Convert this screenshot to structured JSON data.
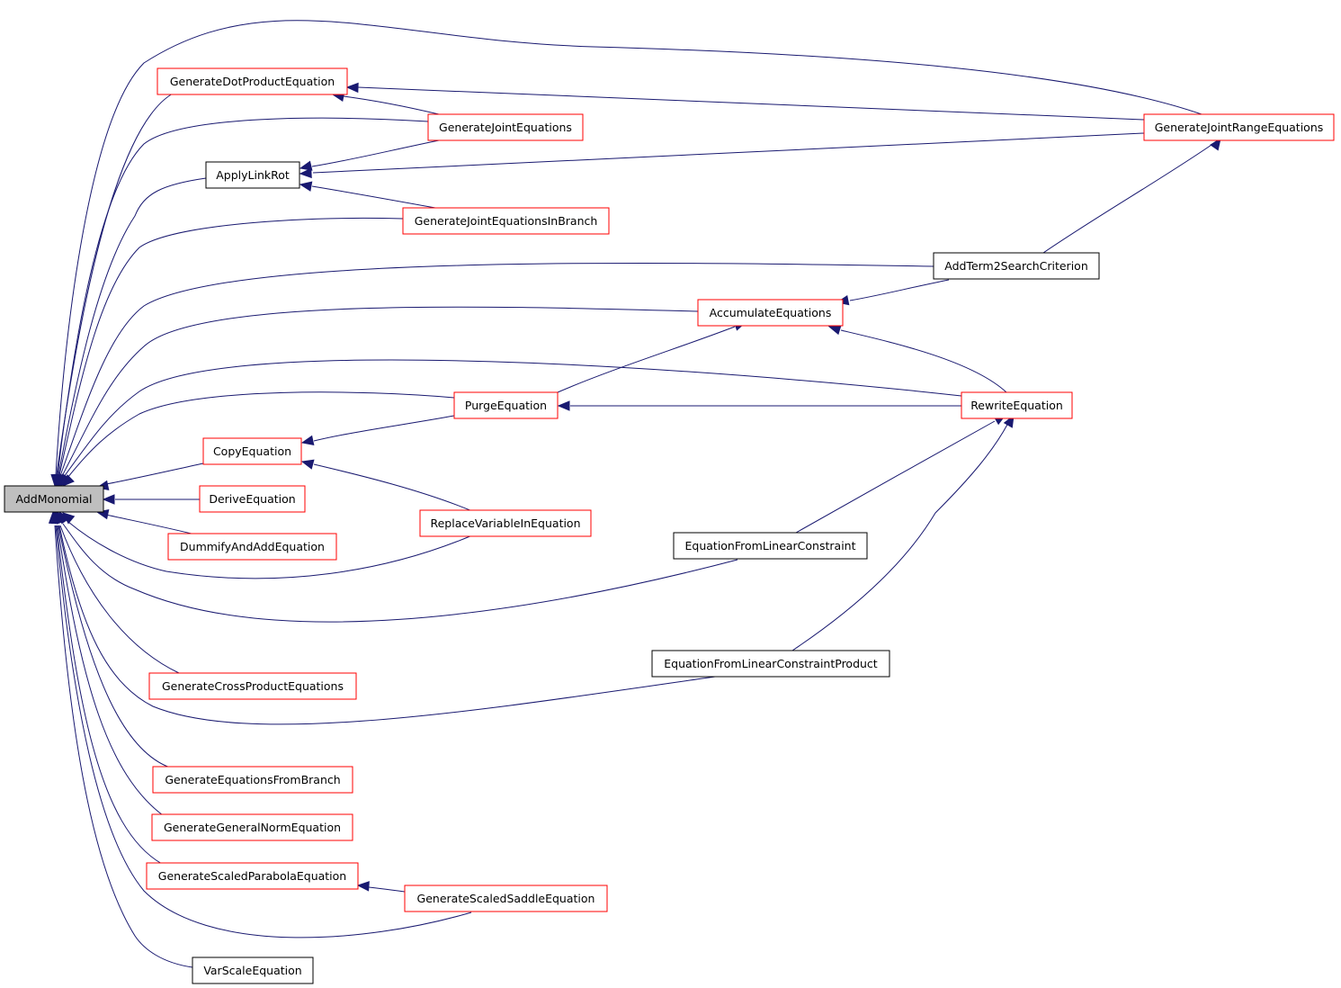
{
  "colors": {
    "edge": "#191970",
    "border_red": "#ff0000",
    "border_black": "#000000",
    "focus_fill": "#bfbfbf",
    "node_fill": "#ffffff"
  },
  "nodes": {
    "AddMonomial": {
      "label": "AddMonomial",
      "style": "focus"
    },
    "GenerateDotProductEquation": {
      "label": "GenerateDotProductEquation",
      "style": "red"
    },
    "GenerateJointEquations": {
      "label": "GenerateJointEquations",
      "style": "red"
    },
    "GenerateJointRangeEquations": {
      "label": "GenerateJointRangeEquations",
      "style": "red"
    },
    "ApplyLinkRot": {
      "label": "ApplyLinkRot",
      "style": "black"
    },
    "GenerateJointEquationsInBranch": {
      "label": "GenerateJointEquationsInBranch",
      "style": "red"
    },
    "AddTerm2SearchCriterion": {
      "label": "AddTerm2SearchCriterion",
      "style": "black"
    },
    "AccumulateEquations": {
      "label": "AccumulateEquations",
      "style": "red"
    },
    "PurgeEquation": {
      "label": "PurgeEquation",
      "style": "red"
    },
    "RewriteEquation": {
      "label": "RewriteEquation",
      "style": "red"
    },
    "CopyEquation": {
      "label": "CopyEquation",
      "style": "red"
    },
    "DeriveEquation": {
      "label": "DeriveEquation",
      "style": "red"
    },
    "ReplaceVariableInEquation": {
      "label": "ReplaceVariableInEquation",
      "style": "red"
    },
    "DummifyAndAddEquation": {
      "label": "DummifyAndAddEquation",
      "style": "red"
    },
    "EquationFromLinearConstraint": {
      "label": "EquationFromLinearConstraint",
      "style": "black"
    },
    "EquationFromLinearConstraintProduct": {
      "label": "EquationFromLinearConstraintProduct",
      "style": "black"
    },
    "GenerateCrossProductEquations": {
      "label": "GenerateCrossProductEquations",
      "style": "red"
    },
    "GenerateEquationsFromBranch": {
      "label": "GenerateEquationsFromBranch",
      "style": "red"
    },
    "GenerateGeneralNormEquation": {
      "label": "GenerateGeneralNormEquation",
      "style": "red"
    },
    "GenerateScaledParabolaEquation": {
      "label": "GenerateScaledParabolaEquation",
      "style": "red"
    },
    "GenerateScaledSaddleEquation": {
      "label": "GenerateScaledSaddleEquation",
      "style": "red"
    },
    "VarScaleEquation": {
      "label": "VarScaleEquation",
      "style": "black"
    }
  },
  "edges": [
    {
      "from": "GenerateJointRangeEquations",
      "to": "AddMonomial"
    },
    {
      "from": "GenerateDotProductEquation",
      "to": "AddMonomial"
    },
    {
      "from": "GenerateJointEquations",
      "to": "AddMonomial"
    },
    {
      "from": "ApplyLinkRot",
      "to": "AddMonomial"
    },
    {
      "from": "GenerateJointEquationsInBranch",
      "to": "AddMonomial"
    },
    {
      "from": "AddTerm2SearchCriterion",
      "to": "AddMonomial"
    },
    {
      "from": "AccumulateEquations",
      "to": "AddMonomial"
    },
    {
      "from": "RewriteEquation",
      "to": "AddMonomial"
    },
    {
      "from": "PurgeEquation",
      "to": "AddMonomial"
    },
    {
      "from": "CopyEquation",
      "to": "AddMonomial"
    },
    {
      "from": "DeriveEquation",
      "to": "AddMonomial"
    },
    {
      "from": "DummifyAndAddEquation",
      "to": "AddMonomial"
    },
    {
      "from": "ReplaceVariableInEquation",
      "to": "AddMonomial"
    },
    {
      "from": "EquationFromLinearConstraint",
      "to": "AddMonomial"
    },
    {
      "from": "GenerateCrossProductEquations",
      "to": "AddMonomial"
    },
    {
      "from": "EquationFromLinearConstraintProduct",
      "to": "AddMonomial"
    },
    {
      "from": "GenerateEquationsFromBranch",
      "to": "AddMonomial"
    },
    {
      "from": "GenerateGeneralNormEquation",
      "to": "AddMonomial"
    },
    {
      "from": "GenerateScaledParabolaEquation",
      "to": "AddMonomial"
    },
    {
      "from": "GenerateScaledSaddleEquation",
      "to": "AddMonomial"
    },
    {
      "from": "VarScaleEquation",
      "to": "AddMonomial"
    },
    {
      "from": "GenerateJointEquations",
      "to": "GenerateDotProductEquation"
    },
    {
      "from": "GenerateJointRangeEquations",
      "to": "GenerateDotProductEquation"
    },
    {
      "from": "GenerateJointEquations",
      "to": "ApplyLinkRot"
    },
    {
      "from": "GenerateJointRangeEquations",
      "to": "ApplyLinkRot"
    },
    {
      "from": "GenerateJointEquationsInBranch",
      "to": "ApplyLinkRot"
    },
    {
      "from": "AddTerm2SearchCriterion",
      "to": "GenerateJointRangeEquations"
    },
    {
      "from": "AddTerm2SearchCriterion",
      "to": "AccumulateEquations"
    },
    {
      "from": "PurgeEquation",
      "to": "AccumulateEquations"
    },
    {
      "from": "RewriteEquation",
      "to": "AccumulateEquations"
    },
    {
      "from": "RewriteEquation",
      "to": "PurgeEquation"
    },
    {
      "from": "PurgeEquation",
      "to": "CopyEquation"
    },
    {
      "from": "ReplaceVariableInEquation",
      "to": "CopyEquation"
    },
    {
      "from": "EquationFromLinearConstraint",
      "to": "RewriteEquation"
    },
    {
      "from": "EquationFromLinearConstraintProduct",
      "to": "RewriteEquation"
    },
    {
      "from": "GenerateScaledSaddleEquation",
      "to": "GenerateScaledParabolaEquation"
    }
  ]
}
